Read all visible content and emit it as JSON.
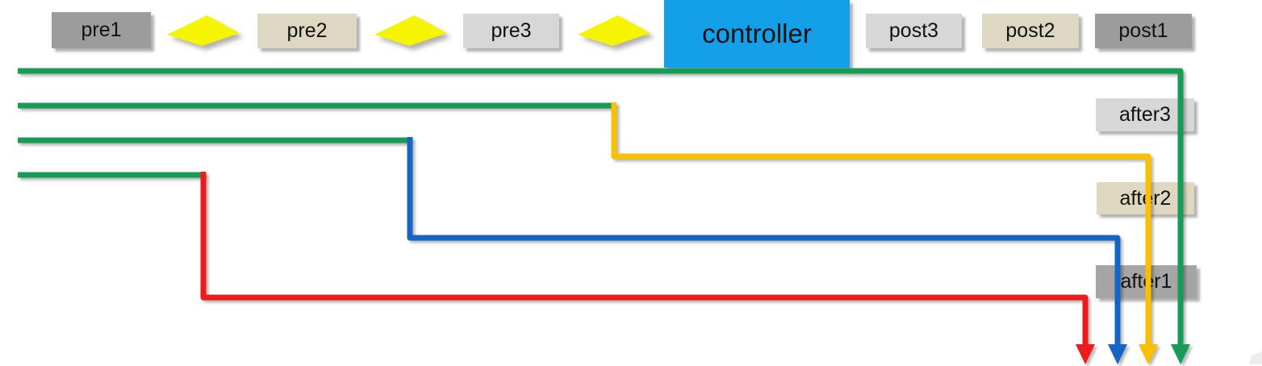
{
  "nodes": {
    "pre1": "pre1",
    "pre2": "pre2",
    "pre3": "pre3",
    "controller": "controller",
    "post3": "post3",
    "post2": "post2",
    "post1": "post1",
    "after3": "after3",
    "after2": "after2",
    "after1": "after1"
  },
  "colors": {
    "green": "#189c55",
    "yellow": "#fcbf00",
    "blue": "#1566c4",
    "red": "#ed1c1c",
    "controller_blue": "#14a0e8",
    "diamond_yellow": "#f7f400",
    "box_gray": "#9c9c9c",
    "box_beige": "#ded8c3",
    "box_light_gray": "#d7d7d7",
    "box_after_gray": "#a5a5a5"
  },
  "icons": {
    "diamond": "yellow-diamond"
  }
}
